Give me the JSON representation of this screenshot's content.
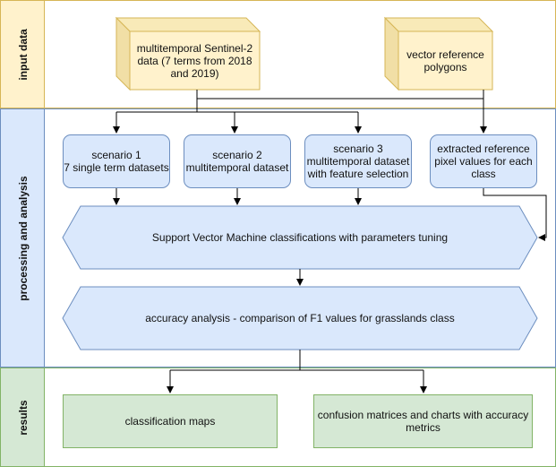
{
  "lanes": {
    "input": {
      "label": "input data",
      "fill": "#fff2cc",
      "stroke": "#d6b656"
    },
    "processing": {
      "label": "processing and analysis",
      "fill": "#dae8fc",
      "stroke": "#6c8ebf"
    },
    "results": {
      "label": "results",
      "fill": "#d5e8d4",
      "stroke": "#82b366"
    }
  },
  "inputs": {
    "sentinel": "multitemporal Sentinel-2\ndata (7 terms from 2018\nand 2019)",
    "vector": "vector reference\npolygons"
  },
  "scenarios": {
    "s1": "scenario 1\n7 single term datasets",
    "s2": "scenario 2\nmultitemporal dataset",
    "s3": "scenario 3\nmultitemporal dataset\nwith feature selection",
    "extracted": "extracted reference\npixel values for each\nclass"
  },
  "steps": {
    "svm": "Support Vector Machine classifications with parameters tuning",
    "accuracy": "accuracy analysis - comparison of F1 values for grasslands class"
  },
  "outputs": {
    "maps": "classification maps",
    "matrices": "confusion matrices and charts with accuracy\nmetrics"
  },
  "colors": {
    "cube_front": "#fff2cc",
    "cube_side": "#f1dfa6",
    "cube_top": "#f8eab8",
    "cube_stroke": "#d6b656",
    "blue_fill": "#dae8fc",
    "blue_stroke": "#6c8ebf",
    "green_fill": "#d5e8d4",
    "green_stroke": "#82b366",
    "edge": "#000000"
  }
}
